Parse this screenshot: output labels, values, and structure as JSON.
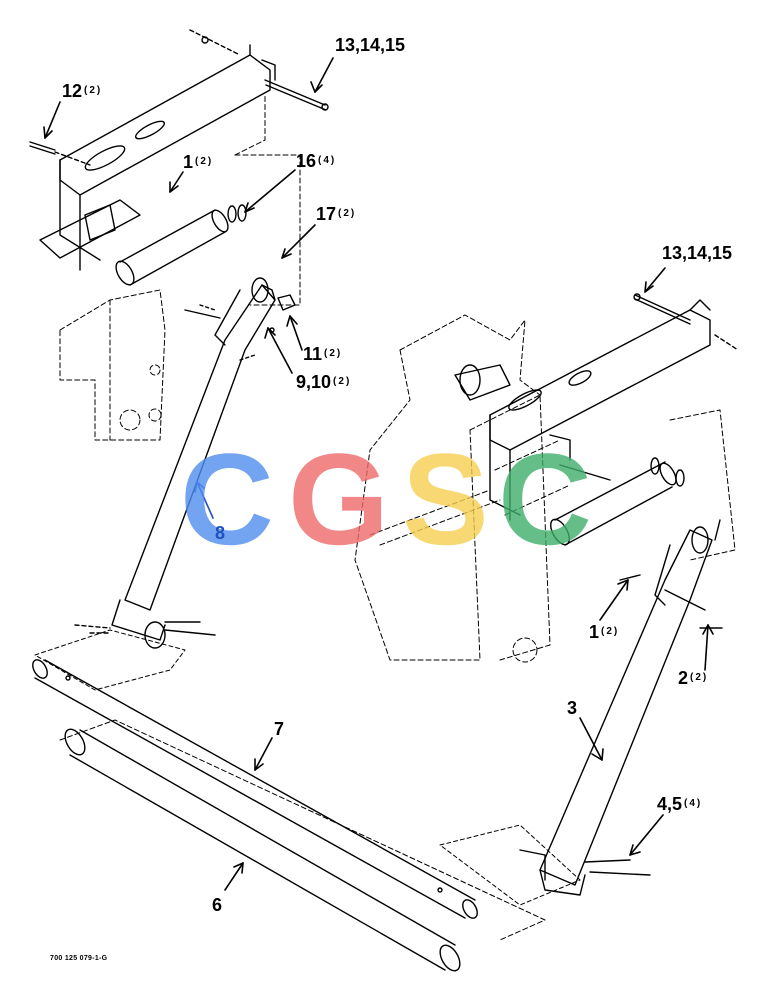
{
  "callouts": [
    {
      "id": "c-13-14-15-top",
      "number": "13,14,15",
      "qty": ""
    },
    {
      "id": "c-12",
      "number": "12",
      "qty": "(2)"
    },
    {
      "id": "c-1-left",
      "number": "1",
      "qty": "(2)"
    },
    {
      "id": "c-16",
      "number": "16",
      "qty": "(4)"
    },
    {
      "id": "c-17",
      "number": "17",
      "qty": "(2)"
    },
    {
      "id": "c-13-14-15-right",
      "number": "13,14,15",
      "qty": ""
    },
    {
      "id": "c-11",
      "number": "11",
      "qty": "(2)"
    },
    {
      "id": "c-9-10",
      "number": "9,10",
      "qty": "(2)"
    },
    {
      "id": "c-8",
      "number": "8",
      "qty": ""
    },
    {
      "id": "c-1-right",
      "number": "1",
      "qty": "(2)"
    },
    {
      "id": "c-2",
      "number": "2",
      "qty": "(2)"
    },
    {
      "id": "c-3",
      "number": "3",
      "qty": ""
    },
    {
      "id": "c-7",
      "number": "7",
      "qty": ""
    },
    {
      "id": "c-4-5",
      "number": "4,5",
      "qty": "(4)"
    },
    {
      "id": "c-6",
      "number": "6",
      "qty": ""
    }
  ],
  "drawing_number": "700 125 079-1-G",
  "watermark": {
    "letters": [
      "C",
      "G",
      "S",
      "C"
    ],
    "colors": [
      "#4f8ef0",
      "#ef6a6a",
      "#f7cf4f",
      "#3fae6a"
    ]
  }
}
